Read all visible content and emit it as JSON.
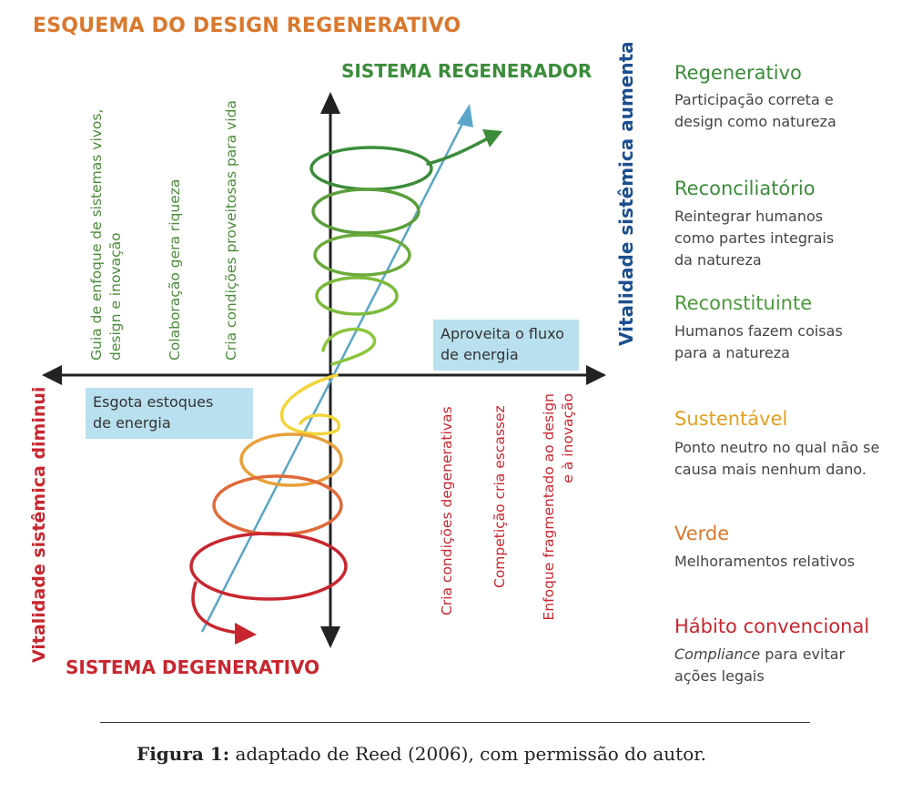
{
  "title": "ESQUEMA DO DESIGN REGENERATIVO",
  "top_label": "SISTEMA REGENERADOR",
  "bottom_label": "SISTEMA DEGENERATIVO",
  "axis_up_label": "Vitalidade sistêmica aumenta",
  "axis_down_label": "Vitalidade sistêmica diminui",
  "box_right": [
    "Aproveita o fluxo",
    "de energia"
  ],
  "box_left": [
    "Esgota estoques",
    "de energia"
  ],
  "green_rotated": [
    [
      "Guia de enfoque de sistemas vivos,",
      "design e inovação"
    ],
    [
      "Colaboração gera riqueza"
    ],
    [
      "Cria condições proveitosas para vida"
    ]
  ],
  "red_rotated": [
    [
      "Cria condições degenerativas"
    ],
    [
      "Competição cria escassez"
    ],
    [
      "Enfoque fragmentado ao design",
      "e à inovação"
    ]
  ],
  "legend": [
    {
      "heading": "Regenerativo",
      "color": "#3b8c3a",
      "desc": [
        "Participação correta e",
        "design como natureza"
      ]
    },
    {
      "heading": "Reconciliatório",
      "color": "#3b8c3a",
      "desc": [
        "Reintegrar humanos",
        "como partes integrais",
        "da natureza"
      ]
    },
    {
      "heading": "Reconstituinte",
      "color": "#4a9a3a",
      "desc": [
        "Humanos fazem coisas",
        "para a natureza"
      ]
    },
    {
      "heading": "Sustentável",
      "color": "#e0a020",
      "desc": [
        "Ponto neutro no qual não se",
        "causa mais nenhum dano."
      ]
    },
    {
      "heading": "Verde",
      "color": "#d9782d",
      "desc": [
        "Melhoramentos relativos"
      ]
    },
    {
      "heading": "Hábito convencional",
      "color": "#c8262f",
      "desc_italic": "Compliance",
      "desc": [
        " para evitar",
        "ações legais"
      ]
    }
  ],
  "caption_bold": "Figura 1:",
  "caption_text": " adaptado de Reed (2006), com permissão do autor.",
  "colors": {
    "green": "#3b8c3a",
    "light_green": "#7cba3c",
    "yellow": "#f2d43a",
    "orange": "#e08a3a",
    "red": "#c8262f",
    "blue": "#1d4f8f",
    "box": "#b9e0ee"
  }
}
